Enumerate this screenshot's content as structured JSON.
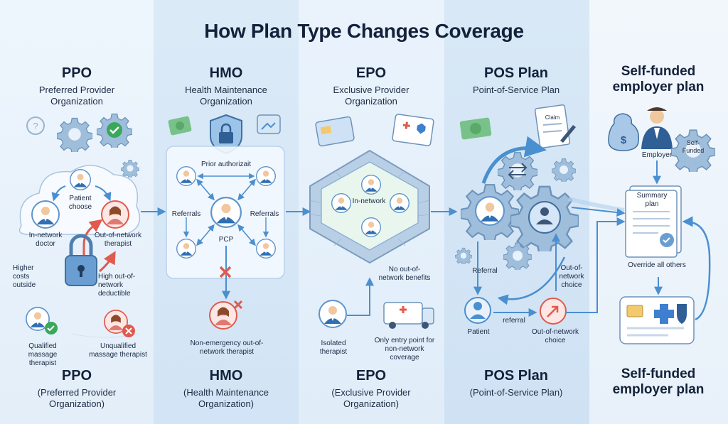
{
  "title": "How Plan Type Changes Coverage",
  "columns": [
    {
      "header": {
        "name": "PPO",
        "full": "Preferred Provider Organization"
      },
      "footer": {
        "name": "PPO",
        "full": "(Preferred Provider Organization)"
      },
      "labels": {
        "patient_choose": "Patient choose",
        "in_network_doctor": "In-network doctor",
        "out_of_network_therapist": "Out-of-network therapist",
        "higher_costs": "Higher costs outside",
        "high_deductible": "High out-of-network deductible",
        "qualified": "Qualified massage therapist",
        "unqualified": "Unqualified massage therapist"
      }
    },
    {
      "header": {
        "name": "HMO",
        "full": "Health Maintenance Organization"
      },
      "footer": {
        "name": "HMO",
        "full": "(Health Maintenance Organization)"
      },
      "labels": {
        "prior_auth": "Prior authorizait",
        "referrals_left": "Referrals",
        "referrals_right": "Referrals",
        "pcp": "PCP",
        "non_emergency": "Non-emergency out-of-network therapist"
      }
    },
    {
      "header": {
        "name": "EPO",
        "full": "Exclusive Provider Organization"
      },
      "footer": {
        "name": "EPO",
        "full": "(Exclusive Provider Organization)"
      },
      "labels": {
        "in_network": "In-network",
        "no_benefits": "No out-of-network benefits",
        "isolated": "Isolated therapist",
        "entry_point": "Only entry point for non-network coverage"
      }
    },
    {
      "header": {
        "name": "POS Plan",
        "full": "Point-of-Service Plan"
      },
      "footer": {
        "name": "POS Plan",
        "full": "(Point-of-Service Plan)"
      },
      "labels": {
        "claim": "Claim",
        "referral": "Referral",
        "out_of_network_choice_top": "Out-of-network choice",
        "patient": "Patient",
        "referral_lower": "referral",
        "out_of_network_choice_bottom": "Out-of-network choice"
      }
    },
    {
      "header": {
        "name": "Self-funded employer plan"
      },
      "footer": {
        "name": "Self-funded employer plan"
      },
      "labels": {
        "employer": "Employer",
        "self_funded": "Self-Funded",
        "summary_plan": "Summary plan",
        "override": "Override all others"
      }
    }
  ],
  "colors": {
    "arrow_blue": "#4a8fd0",
    "arrow_red": "#e05a4e",
    "badge_green": "#3aa85a",
    "doctor_blue": "#2f6fb3",
    "title": "#13213a"
  }
}
